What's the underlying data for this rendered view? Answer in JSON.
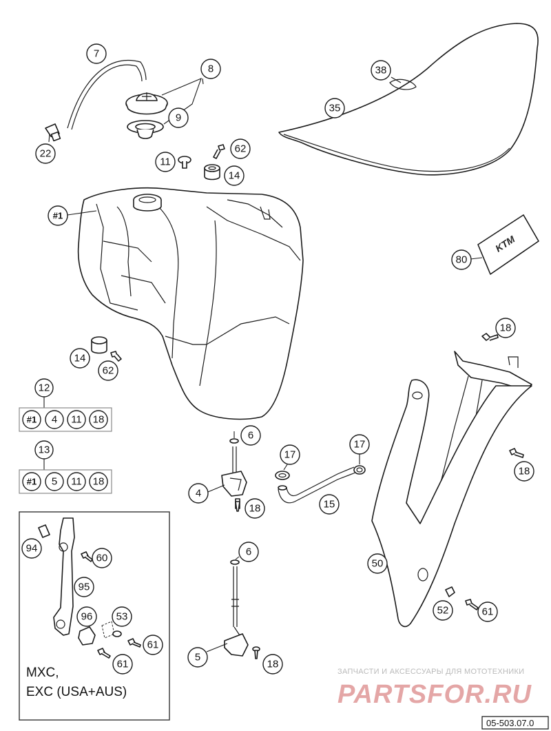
{
  "callouts": [
    {
      "id": "c7",
      "text": "7"
    },
    {
      "id": "c8",
      "text": "8"
    },
    {
      "id": "c9",
      "text": "9"
    },
    {
      "id": "c22",
      "text": "22"
    },
    {
      "id": "c38",
      "text": "38"
    },
    {
      "id": "c35",
      "text": "35"
    },
    {
      "id": "c62a",
      "text": "62"
    },
    {
      "id": "c11",
      "text": "11"
    },
    {
      "id": "c14a",
      "text": "14"
    },
    {
      "id": "c1",
      "text": "#1"
    },
    {
      "id": "c80",
      "text": "80"
    },
    {
      "id": "c14b",
      "text": "14"
    },
    {
      "id": "c62b",
      "text": "62"
    },
    {
      "id": "c18a",
      "text": "18"
    },
    {
      "id": "c6a",
      "text": "6"
    },
    {
      "id": "c17a",
      "text": "17"
    },
    {
      "id": "c17b",
      "text": "17"
    },
    {
      "id": "c18b",
      "text": "18"
    },
    {
      "id": "c4",
      "text": "4"
    },
    {
      "id": "c18c",
      "text": "18"
    },
    {
      "id": "c15",
      "text": "15"
    },
    {
      "id": "c94",
      "text": "94"
    },
    {
      "id": "c60",
      "text": "60"
    },
    {
      "id": "c6b",
      "text": "6"
    },
    {
      "id": "c50",
      "text": "50"
    },
    {
      "id": "c95",
      "text": "95"
    },
    {
      "id": "c96",
      "text": "96"
    },
    {
      "id": "c53",
      "text": "53"
    },
    {
      "id": "c61a",
      "text": "61"
    },
    {
      "id": "c61b",
      "text": "61"
    },
    {
      "id": "c5",
      "text": "5"
    },
    {
      "id": "c18d",
      "text": "18"
    },
    {
      "id": "c52",
      "text": "52"
    },
    {
      "id": "c61c",
      "text": "61"
    }
  ],
  "kits": [
    {
      "id": "12",
      "title": "12",
      "items": [
        "#1",
        "4",
        "11",
        "18"
      ]
    },
    {
      "id": "13",
      "title": "13",
      "items": [
        "#1",
        "5",
        "11",
        "18"
      ]
    }
  ],
  "inset": {
    "line1": "MXC,",
    "line2": "EXC (USA+AUS)"
  },
  "watermark": {
    "tagline": "ЗАПЧАСТИ И АКСЕССУАРЫ ДЛЯ МОТОТЕХНИКИ",
    "brand": "PARTSFOR.RU"
  },
  "sticker_text": "KTM",
  "drawing_code": "05-503.07.0"
}
